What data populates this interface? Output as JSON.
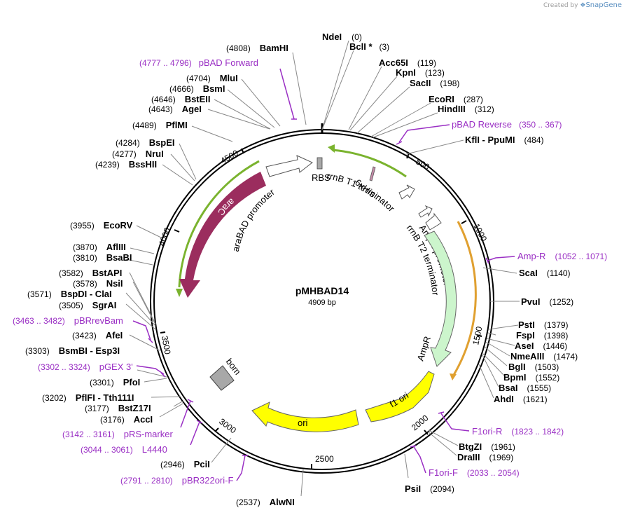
{
  "credit": {
    "prefix": "Created by",
    "brand": "SnapGene"
  },
  "plasmid": {
    "name": "pMHBAD14",
    "length_label": "4909 bp",
    "length": 4909
  },
  "ticks": [
    "500",
    "1000",
    "1500",
    "2000",
    "2500",
    "3000",
    "3500",
    "4000",
    "4500"
  ],
  "sites": [
    {
      "name": "NdeI",
      "pos": "(0)"
    },
    {
      "name": "BclI *",
      "pos": "(3)"
    },
    {
      "name": "Acc65I",
      "pos": "(119)"
    },
    {
      "name": "KpnI",
      "pos": "(123)"
    },
    {
      "name": "SacII",
      "pos": "(198)"
    },
    {
      "name": "EcoRI",
      "pos": "(287)"
    },
    {
      "name": "HindIII",
      "pos": "(312)"
    },
    {
      "name": "KflI  -  PpuMI",
      "pos": "(484)"
    },
    {
      "name": "ScaI",
      "pos": "(1140)"
    },
    {
      "name": "PvuI",
      "pos": "(1252)"
    },
    {
      "name": "PstI",
      "pos": "(1379)"
    },
    {
      "name": "FspI",
      "pos": "(1398)"
    },
    {
      "name": "AseI",
      "pos": "(1446)"
    },
    {
      "name": "NmeAIII",
      "pos": "(1474)"
    },
    {
      "name": "BglI",
      "pos": "(1503)"
    },
    {
      "name": "BpmI",
      "pos": "(1552)"
    },
    {
      "name": "BsaI",
      "pos": "(1555)"
    },
    {
      "name": "AhdI",
      "pos": "(1621)"
    },
    {
      "name": "BtgZI",
      "pos": "(1961)"
    },
    {
      "name": "DraIII",
      "pos": "(1969)"
    },
    {
      "name": "PsiI",
      "pos": "(2094)"
    },
    {
      "name": "AlwNI",
      "pos": "(2537)"
    },
    {
      "name": "PciI",
      "pos": "(2946)"
    },
    {
      "name": "AccI",
      "pos": "(3176)"
    },
    {
      "name": "BstZ17I",
      "pos": "(3177)"
    },
    {
      "name": "PflFI  -  Tth111I",
      "pos": "(3202)"
    },
    {
      "name": "PfoI",
      "pos": "(3301)"
    },
    {
      "name": "BsmBI  -  Esp3I",
      "pos": "(3303)"
    },
    {
      "name": "AfeI",
      "pos": "(3423)"
    },
    {
      "name": "SgrAI",
      "pos": "(3505)"
    },
    {
      "name": "BspDI  -  ClaI",
      "pos": "(3571)"
    },
    {
      "name": "NsiI",
      "pos": "(3578)"
    },
    {
      "name": "BstAPI",
      "pos": "(3582)"
    },
    {
      "name": "BsaBI",
      "pos": "(3810)"
    },
    {
      "name": "AflIII",
      "pos": "(3870)"
    },
    {
      "name": "EcoRV",
      "pos": "(3955)"
    },
    {
      "name": "BssHII",
      "pos": "(4239)"
    },
    {
      "name": "NruI",
      "pos": "(4277)"
    },
    {
      "name": "BspEI",
      "pos": "(4284)"
    },
    {
      "name": "PflMI",
      "pos": "(4489)"
    },
    {
      "name": "AgeI",
      "pos": "(4643)"
    },
    {
      "name": "BstEII",
      "pos": "(4646)"
    },
    {
      "name": "BsmI",
      "pos": "(4666)"
    },
    {
      "name": "MluI",
      "pos": "(4704)"
    },
    {
      "name": "BamHI",
      "pos": "(4808)"
    }
  ],
  "primers": [
    {
      "name": "pBAD Forward",
      "range": "(4777 .. 4796)"
    },
    {
      "name": "pBAD Reverse",
      "range": "(350 .. 367)"
    },
    {
      "name": "Amp-R",
      "range": "(1052 .. 1071)"
    },
    {
      "name": "F1ori-R",
      "range": "(1823 .. 1842)"
    },
    {
      "name": "F1ori-F",
      "range": "(2033 .. 2054)"
    },
    {
      "name": "pBR322ori-F",
      "range": "(2791 .. 2810)"
    },
    {
      "name": "L4440",
      "range": "(3044 .. 3061)"
    },
    {
      "name": "pRS-marker",
      "range": "(3142 .. 3161)"
    },
    {
      "name": "pGEX 3'",
      "range": "(3302 .. 3324)"
    },
    {
      "name": "pBRrevBam",
      "range": "(3463 .. 3482)"
    }
  ],
  "features": [
    {
      "name": "araC",
      "color": "#9b2d5e"
    },
    {
      "name": "araBAD promoter",
      "color": "#ffffff"
    },
    {
      "name": "RBS",
      "color": "#a8a8a8"
    },
    {
      "name": "6xHis",
      "color": "#c58ca8"
    },
    {
      "name": "rrnB T1 terminator",
      "color": "#ffffff"
    },
    {
      "name": "AmpR promoter",
      "color": "#ffffff"
    },
    {
      "name": "rrnB T2 terminator",
      "color": "#ffffff"
    },
    {
      "name": "AmpR",
      "color": "#ccf5cc"
    },
    {
      "name": "f1 ori",
      "color": "#ffff00"
    },
    {
      "name": "ori",
      "color": "#ffff00"
    },
    {
      "name": "bom",
      "color": "#a8a8a8"
    }
  ],
  "colors": {
    "primer": "#9a2fc4",
    "orf_arc": "#7ab32e",
    "f1_arc": "#e0a030"
  }
}
